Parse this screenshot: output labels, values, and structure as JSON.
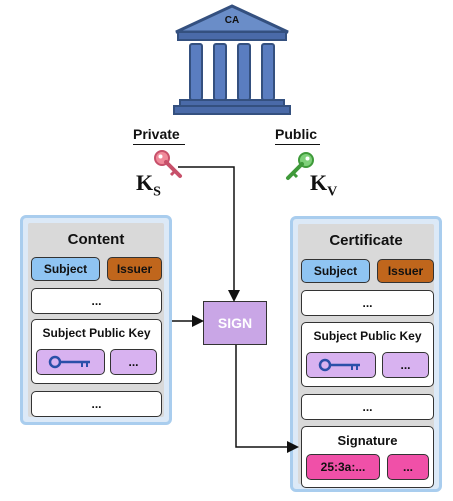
{
  "ca": {
    "label": "CA"
  },
  "keys": {
    "private_label": "Private",
    "public_label": "Public",
    "private_symbol": "K",
    "private_sub": "S",
    "public_symbol": "K",
    "public_sub": "V",
    "private_color": "#f08a9a",
    "public_color": "#7fd07a"
  },
  "content": {
    "title": "Content",
    "subject": "Subject",
    "issuer": "Issuer",
    "field1": "...",
    "spk_title": "Subject Public Key",
    "spk_value": "...",
    "field2": "..."
  },
  "certificate": {
    "title": "Certificate",
    "subject": "Subject",
    "issuer": "Issuer",
    "field1": "...",
    "spk_title": "Subject Public Key",
    "spk_value": "...",
    "field2": "...",
    "signature_title": "Signature",
    "signature_value": "25:3a:...",
    "signature_more": "..."
  },
  "sign": {
    "label": "SIGN"
  },
  "colors": {
    "panel_border": "#a9cdee",
    "building": "#3f5f9a",
    "subject": "#8fc4f2",
    "issuer": "#c0661c",
    "purple": "#d8b2f0",
    "pink": "#f050a8",
    "sign": "#c9a6e6"
  }
}
